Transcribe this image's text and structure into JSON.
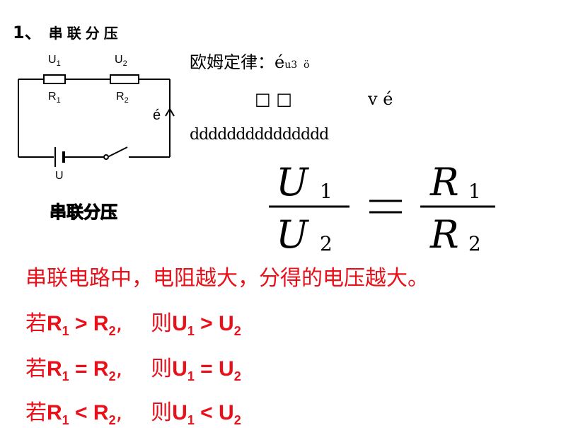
{
  "heading": {
    "number": "1、",
    "title": "串联分压"
  },
  "circuit": {
    "u1": "U",
    "u1_sub": "1",
    "u2": "U",
    "u2_sub": "2",
    "r1": "R",
    "r1_sub": "1",
    "r2": "R",
    "r2_sub": "2",
    "current": "é",
    "source": "U",
    "caption": "串联分压"
  },
  "text": {
    "ohm_line": "欧姆定律：é",
    "ohm_line_rest": "u3  ö ",
    "garble_1": "□ □",
    "garble_2": "v é",
    "garble_3": "ddddddddddddddd"
  },
  "formula": {
    "num_left": "U",
    "num_left_sub": "1",
    "den_left": "U",
    "den_left_sub": "2",
    "num_right": "R",
    "num_right_sub": "1",
    "den_right": "R",
    "den_right_sub": "2"
  },
  "rule": "串联电路中，电阻越大，分得的电压越大。",
  "relations": [
    {
      "if": "若",
      "a": "R",
      "a_sub": "1",
      "op": ">",
      "b": "R",
      "b_sub": "2",
      "then": "则",
      "c": "U",
      "c_sub": "1",
      "op2": ">",
      "d": "U",
      "d_sub": "2"
    },
    {
      "if": "若",
      "a": "R",
      "a_sub": "1",
      "op": "=",
      "b": "R",
      "b_sub": "2",
      "then": "则",
      "c": "U",
      "c_sub": "1",
      "op2": "=",
      "d": "U",
      "d_sub": "2"
    },
    {
      "if": "若",
      "a": "R",
      "a_sub": "1",
      "op": "<",
      "b": "R",
      "b_sub": "2",
      "then": "则",
      "c": "U",
      "c_sub": "1",
      "op2": "<",
      "d": "U",
      "d_sub": "2"
    }
  ],
  "colors": {
    "accent": "#e8101a",
    "text": "#000000"
  }
}
